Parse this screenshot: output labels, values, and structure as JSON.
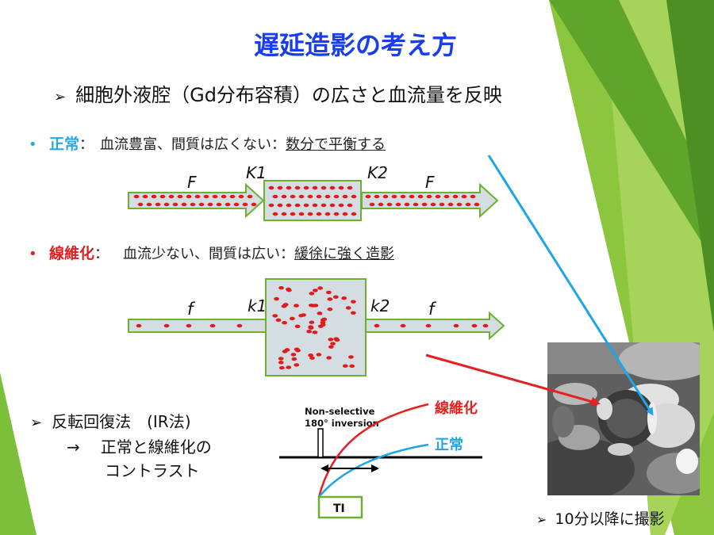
{
  "slide": {
    "title": "遅延造影の考え方",
    "subtitle": "細胞外液腔（Gd分布容積）の広さと血流量を反映",
    "subtitle_marker": "➢",
    "normal": {
      "bullet": "•",
      "label": "正常",
      "colon": "：",
      "text": "血流豊富、間質は広くない：",
      "underlined": "数分で平衡する",
      "flow_labels": {
        "in": "F",
        "k_in": "K1",
        "k_out": "K2",
        "out": "F"
      }
    },
    "fibrosis": {
      "bullet": "•",
      "label": "線維化",
      "colon": "：",
      "text": "血流少ない、間質は広い：",
      "underlined": "緩徐に強く造影",
      "flow_labels": {
        "in": "f",
        "k_in": "k1",
        "k_out": "k2",
        "out": "f"
      }
    },
    "ir": {
      "marker": "➢",
      "line1": "反転回復法　(IR法)",
      "arrow": "→",
      "line2": "正常と線維化の",
      "line3": "コントラスト"
    },
    "graph": {
      "pulse_label_1": "Non-selective",
      "pulse_label_2": "180° inversion",
      "curve_fibrosis": "線維化",
      "curve_normal": "正常",
      "ti_label": "TI"
    },
    "caption": {
      "marker": "➢",
      "text": "10分以降に撮影"
    }
  },
  "colors": {
    "title": "#1a3df0",
    "normal_label": "#2aa7e0",
    "fibrosis_label": "#e02020",
    "green_accent": "#6cb22e",
    "arrow_fill": "#d4dde1",
    "particle": "#e01b1b",
    "blue_line": "#1ea4e8",
    "red_line": "#e52020"
  }
}
